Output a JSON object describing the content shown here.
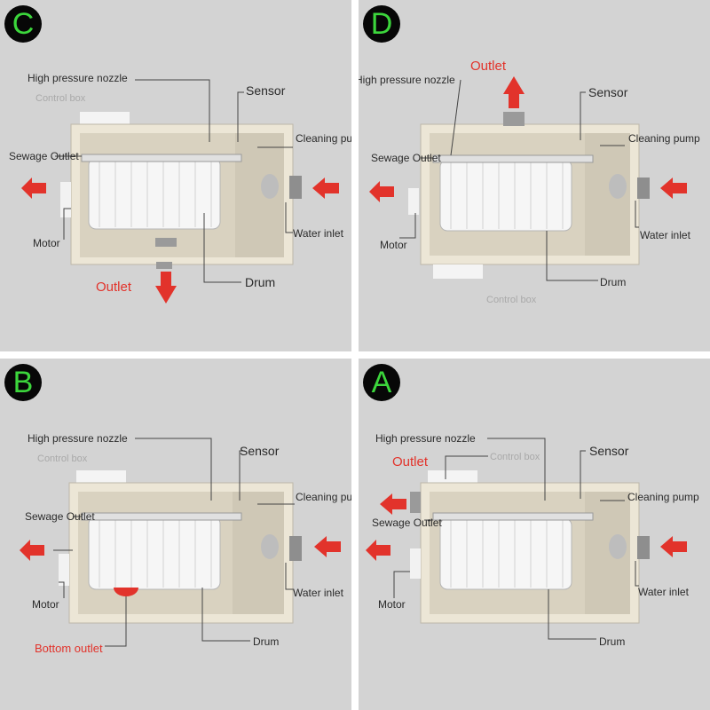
{
  "colors": {
    "arrow": "#e2332b",
    "badge_text": "#3cd63c",
    "badge_bg": "#070707",
    "panel_bg": "#d3d3d3"
  },
  "panels": [
    {
      "id": "C",
      "badge": "C",
      "labels": {
        "high_pressure_nozzle": "High pressure nozzle",
        "control_box": "Control box",
        "sensor": "Sensor",
        "cleaning_pump": "Cleaning pump",
        "sewage_outlet": "Sewage Outlet",
        "motor": "Motor",
        "water_inlet": "Water inlet",
        "outlet": "Outlet",
        "drum": "Drum"
      }
    },
    {
      "id": "D",
      "badge": "D",
      "labels": {
        "outlet": "Outlet",
        "high_pressure_nozzle": "High pressure nozzle",
        "sensor": "Sensor",
        "cleaning_pump": "Cleaning pump",
        "sewage_outlet": "Sewage Outlet",
        "motor": "Motor",
        "water_inlet": "Water inlet",
        "drum": "Drum",
        "control_box": "Control box"
      }
    },
    {
      "id": "B",
      "badge": "B",
      "labels": {
        "high_pressure_nozzle": "High pressure nozzle",
        "control_box": "Control box",
        "sensor": "Sensor",
        "cleaning_pump": "Cleaning pump",
        "sewage_outlet": "Sewage Outlet",
        "motor": "Motor",
        "water_inlet": "Water inlet",
        "drum": "Drum",
        "bottom_outlet": "Bottom outlet"
      }
    },
    {
      "id": "A",
      "badge": "A",
      "labels": {
        "high_pressure_nozzle": "High pressure nozzle",
        "outlet": "Outlet",
        "control_box": "Control box",
        "sensor": "Sensor",
        "cleaning_pump": "Cleaning pump",
        "sewage_outlet": "Sewage Outlet",
        "motor": "Motor",
        "water_inlet": "Water inlet",
        "drum": "Drum"
      }
    }
  ]
}
